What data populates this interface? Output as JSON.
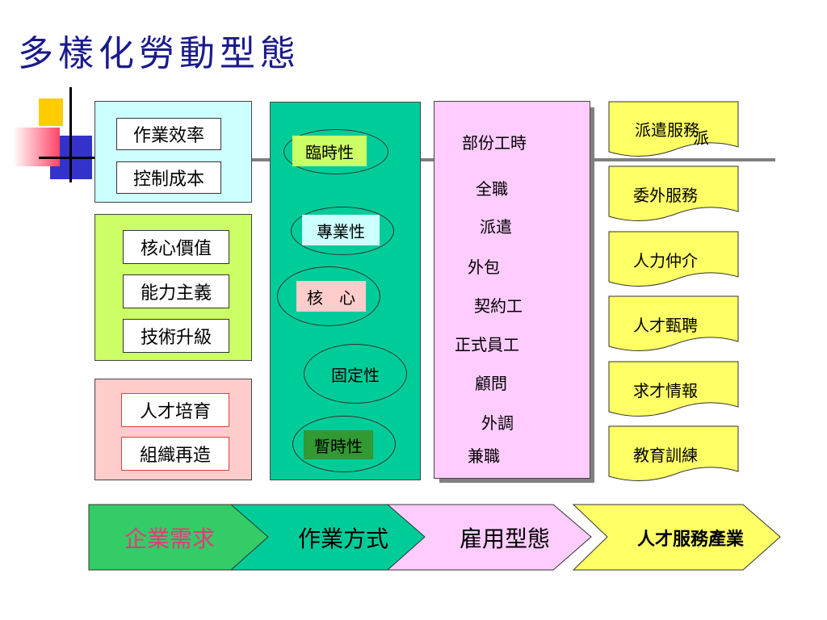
{
  "title": "多樣化勞動型態",
  "colors": {
    "title": "#1a1a8c",
    "panel_efficiency": "#ccffff",
    "panel_value": "#ccff66",
    "panel_people": "#ffcccc",
    "panel_method": "#00cc99",
    "panel_employment": "#ffccff",
    "flag_yellow": "#ffff66",
    "arrow_green": "#33cc66",
    "arrow_teal": "#00cc99",
    "arrow_pink": "#ffccff",
    "arrow_yellow": "#ffff66",
    "arrow_red_text": "#e8387a"
  },
  "needs": {
    "efficiency": [
      "作業效率",
      "控制成本"
    ],
    "value": [
      "核心價值",
      "能力主義",
      "技術升級"
    ],
    "people": [
      "人才培育",
      "組織再造"
    ]
  },
  "methods": [
    "臨時性",
    "專業性",
    "核　心",
    "固定性",
    "暫時性"
  ],
  "employment": [
    "部份工時",
    "全職",
    "派遣",
    "外包",
    "契約工",
    "正式員工",
    "顧問",
    "外調",
    "兼職"
  ],
  "services": {
    "first_a": "派遣服務",
    "first_b": "派",
    "rest": [
      "委外服務",
      "人力仲介",
      "人才甄聘",
      "求才情報",
      "教育訓練"
    ]
  },
  "arrows": [
    "企業需求",
    "作業方式",
    "雇用型態",
    "人才服務產業"
  ]
}
